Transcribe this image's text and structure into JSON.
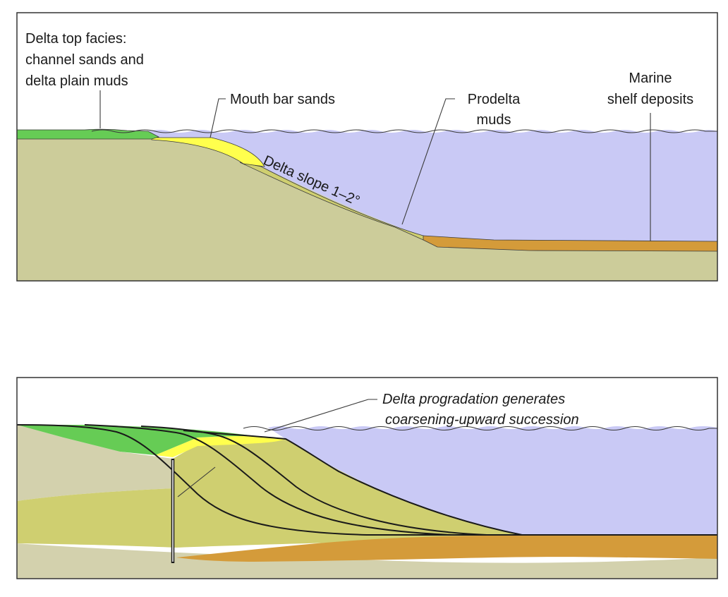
{
  "top_panel": {
    "label_delta_top_line1": "Delta top facies:",
    "label_delta_top_line2": "channel sands and",
    "label_delta_top_line3": "delta plain muds",
    "label_mouth_bar": "Mouth bar sands",
    "label_prodelta_line1": "Prodelta",
    "label_prodelta_line2": "muds",
    "label_marine_line1": "Marine",
    "label_marine_line2": "shelf deposits",
    "label_slope": "Delta slope 1–2°"
  },
  "bottom_panel": {
    "label_progradation_line1": "Delta progradation generates",
    "label_progradation_line2": "coarsening-upward succession"
  },
  "colors": {
    "sea": "#c9c9f5",
    "basement": "#cccc9a",
    "delta_plain": "#66cc55",
    "mouth_bar": "#ffff4d",
    "prodelta": "#cfcf70",
    "marine_shelf": "#d49b3a",
    "basement_light": "#d3d1ad"
  }
}
